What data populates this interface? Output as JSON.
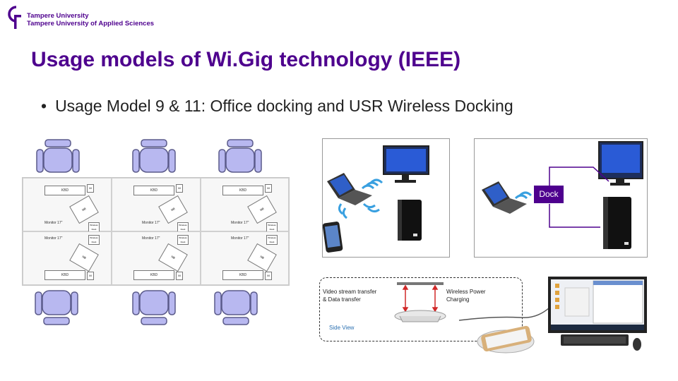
{
  "logo": {
    "line1": "Tampere University",
    "line2": "Tampere University of Applied Sciences"
  },
  "slide": {
    "title": "Usage models of Wi.Gig technology (IEEE)",
    "bullet": "Usage Model 9 & 11: Office docking and USR Wireless Docking"
  },
  "plan": {
    "kbd": "KBD",
    "m": "M",
    "monitor": "Monitor 17\"",
    "wireless_dock": "Wireless Dock",
    "nb": "NB"
  },
  "panel2": {
    "dock": "Dock"
  },
  "side": {
    "video_label": "Video stream transfer\n& Data transfer",
    "power_label": "Wireless Power\nCharging",
    "view_label": "Side View"
  },
  "colors": {
    "brand": "#4e008e",
    "accent_blue": "#2a6fb0"
  }
}
